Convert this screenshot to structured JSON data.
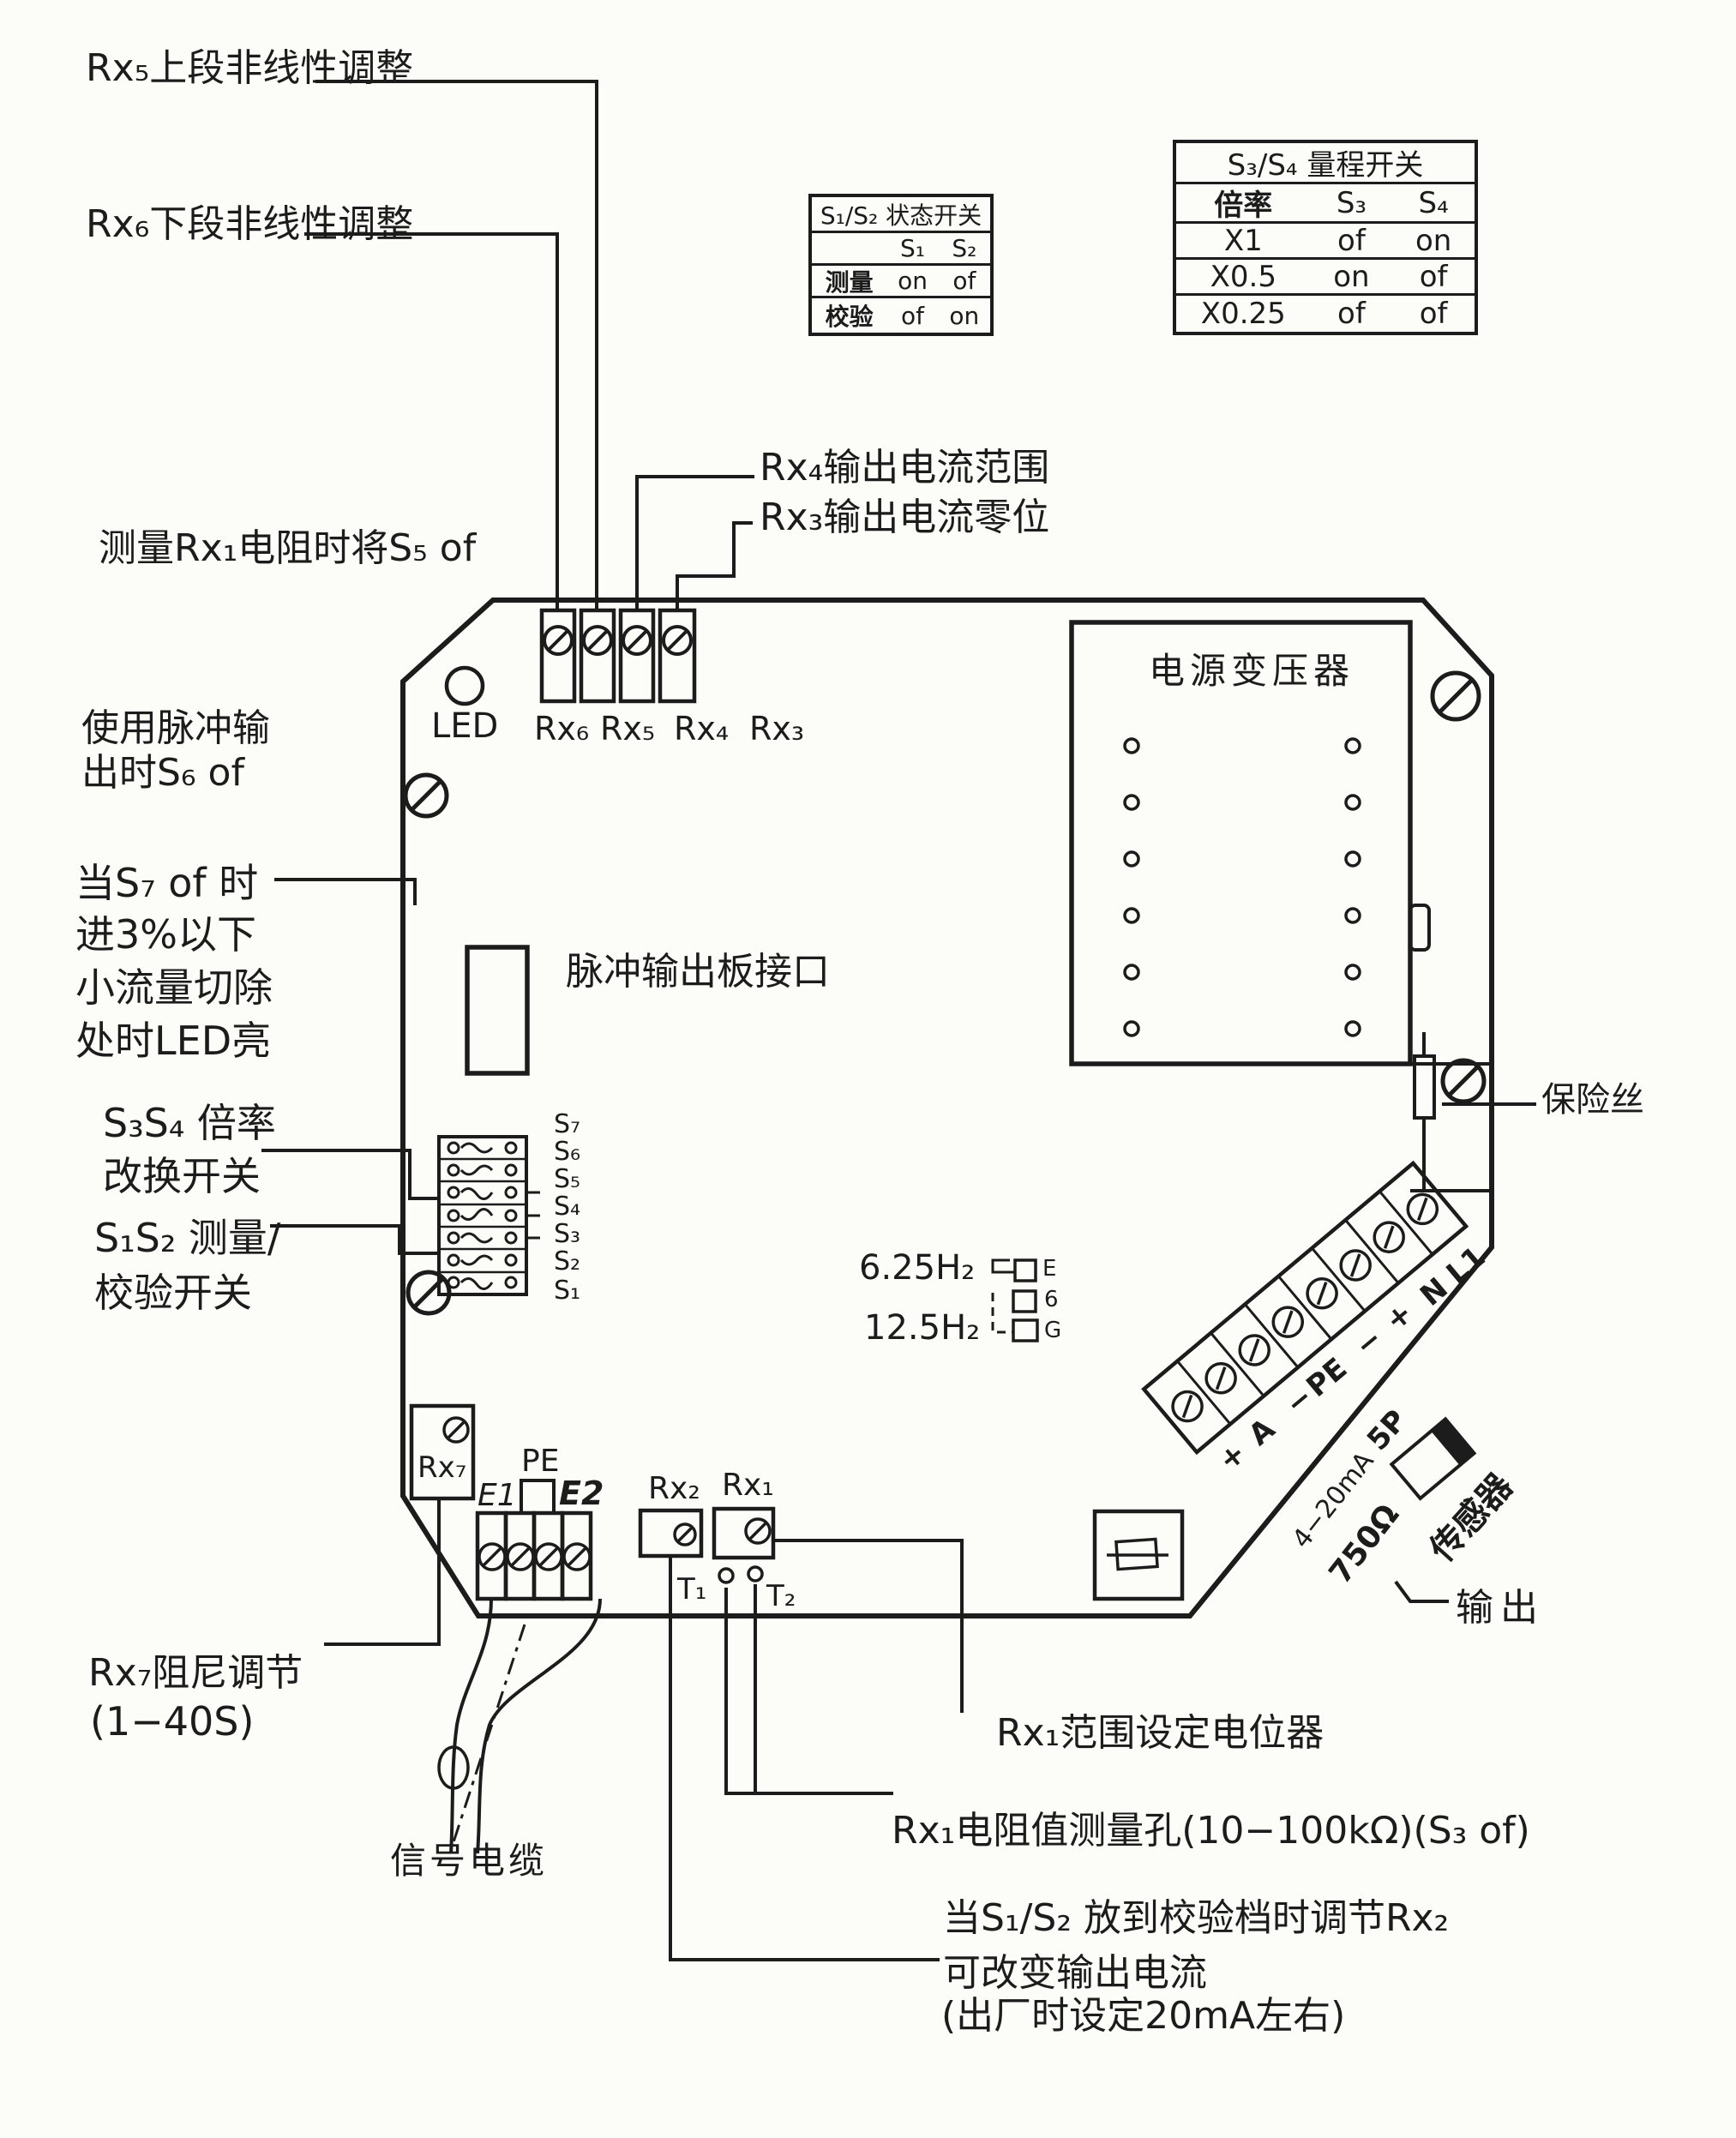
{
  "palette": {
    "ink": "#1c1c1c",
    "paper": "#fcfcf9"
  },
  "callouts": {
    "rx5_upper": "Rx₅上段非线性调整",
    "rx6_lower": "Rx₆下段非线性调整",
    "rx4_range": "Rx₄输出电流范围",
    "rx3_zero": "Rx₃输出电流零位",
    "measure_rx1": "测量Rx₁电阻时将S₅ of",
    "pulse_out_1": "使用脉冲输",
    "pulse_out_2": "出时S₆ of",
    "s7_note_1": "当S₇ of 时",
    "s7_note_2": "进3%以下",
    "s7_note_3": "小流量切除",
    "s7_note_4": "处时LED亮",
    "s3s4_switch_1": "S₃S₄ 倍率",
    "s3s4_switch_2": "改换开关",
    "s1s2_switch_1": "S₁S₂ 测量/",
    "s1s2_switch_2": "校验开关",
    "rx7_damping_1": "Rx₇阻尼调节",
    "rx7_damping_2": "(1−40S)",
    "signal_cable": "信号电缆",
    "rx1_pot": "Rx₁范围设定电位器",
    "rx1_hole": "Rx₁电阻值测量孔(10−100kΩ)(S₃ of)",
    "calibration_1": "当S₁/S₂ 放到校验档时调节Rx₂",
    "calibration_2": "可改变输出电流",
    "calibration_3": "(出厂时设定20mA左右)",
    "fuse": "保险丝",
    "output": "输出",
    "sensor": "传感器"
  },
  "board": {
    "led": "LED",
    "pots": [
      "Rx₆",
      "Rx₅",
      "Rx₄",
      "Rx₃"
    ],
    "transformer": "电源变压器",
    "pulse_interface": "脉冲输出板接口",
    "dip_switches": [
      "S₇",
      "S₆",
      "S₅",
      "S₄",
      "S₃",
      "S₂",
      "S₁"
    ],
    "freq_jumpers": [
      "6.25H₂",
      "12.5H₂"
    ],
    "jumper_marks": [
      "E",
      "6",
      "G"
    ],
    "rx7": "Rx₇",
    "e1": "E1",
    "pe": "PE",
    "e2": "E2",
    "rx2": "Rx₂",
    "rx1": "Rx₁",
    "t1": "T₁",
    "t2": "T₂",
    "strip_labels": [
      "+",
      "A",
      "−",
      "PE",
      "−",
      "+"
    ],
    "power_labels": [
      "N",
      "L1"
    ],
    "current_range": "4−20mA",
    "load": "750Ω",
    "plug": "5P"
  },
  "tables": {
    "s1s2": {
      "title": "S₁/S₂ 状态开关",
      "cols": [
        "S₁",
        "S₂"
      ],
      "rows": [
        {
          "name": "测量",
          "s1": "on",
          "s2": "of"
        },
        {
          "name": "校验",
          "s1": "of",
          "s2": "on"
        }
      ]
    },
    "s3s4": {
      "title": "S₃/S₄ 量程开关",
      "col0": "倍率",
      "cols": [
        "S₃",
        "S₄"
      ],
      "rows": [
        {
          "name": "X1",
          "s3": "of",
          "s4": "on"
        },
        {
          "name": "X0.5",
          "s3": "on",
          "s4": "of"
        },
        {
          "name": "X0.25",
          "s3": "of",
          "s4": "of"
        }
      ]
    }
  }
}
